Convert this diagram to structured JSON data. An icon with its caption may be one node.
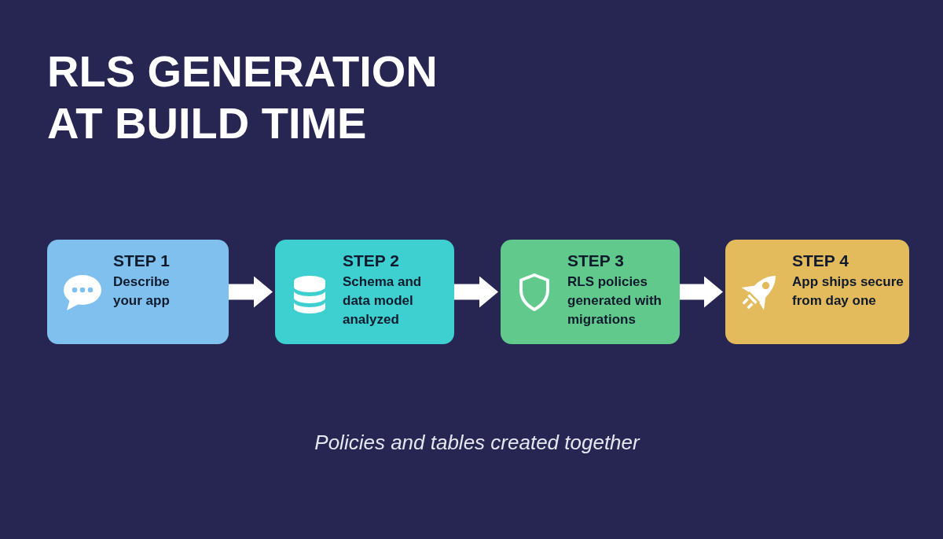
{
  "diagram": {
    "title": "RLS GENERATION AT BUILD TIME",
    "nodes": [
      {
        "text": [
          "STEP 1",
          "Describe your app"
        ]
      },
      {
        "text": [
          "STEP 2",
          "Schema and data model analyzed"
        ]
      },
      {
        "text": [
          "STEP 3",
          "RLS policies generated with migrations"
        ]
      },
      {
        "text": [
          "STEP 4",
          "App ships secure from day one"
        ]
      }
    ],
    "edges": [
      {
        "from": 0,
        "to": 1,
        "arrow": "to"
      },
      {
        "from": 1,
        "to": 2,
        "arrow": "to"
      },
      {
        "from": 2,
        "to": 3,
        "arrow": "to"
      }
    ],
    "caption": "Policies and tables created together"
  }
}
